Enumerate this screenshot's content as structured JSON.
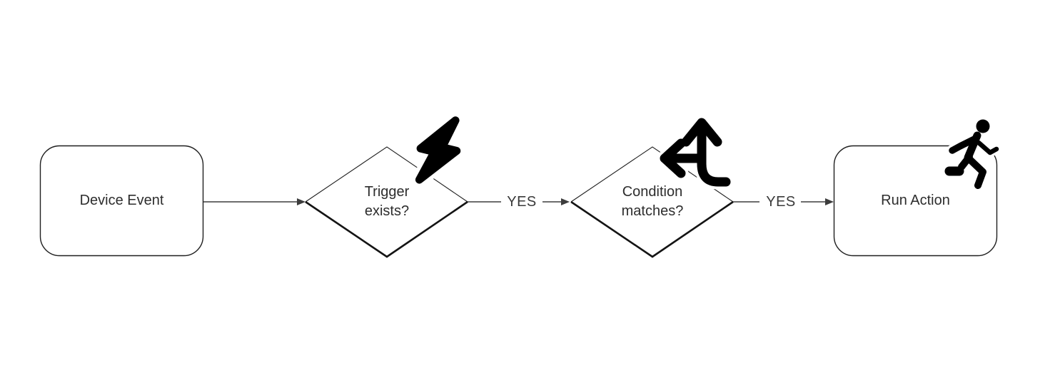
{
  "diagram": {
    "type": "flowchart",
    "colors": {
      "background": "#ffffff",
      "shape_stroke": "#1f1f1f",
      "shape_stroke_heavy": "#141414",
      "connector": "#3d3d3d",
      "icon": "#000000",
      "label": "#2d2d2d",
      "edge_label": "#3a3a3a"
    },
    "nodes": [
      {
        "id": "device-event",
        "shape": "rounded-rectangle",
        "label": "Device Event",
        "icon": null
      },
      {
        "id": "trigger-exists",
        "shape": "diamond",
        "label": "Trigger exists?",
        "lines": [
          "Trigger",
          "exists?"
        ],
        "icon": "lightning-bolt-icon"
      },
      {
        "id": "condition-matches",
        "shape": "diamond",
        "label": "Condition matches?",
        "lines": [
          "Condition",
          "matches?"
        ],
        "icon": "split-arrows-icon"
      },
      {
        "id": "run-action",
        "shape": "rounded-rectangle",
        "label": "Run Action",
        "icon": "running-person-icon"
      }
    ],
    "edges": [
      {
        "from": "device-event",
        "to": "trigger-exists",
        "label": ""
      },
      {
        "from": "trigger-exists",
        "to": "condition-matches",
        "label": "YES"
      },
      {
        "from": "condition-matches",
        "to": "run-action",
        "label": "YES"
      }
    ]
  }
}
